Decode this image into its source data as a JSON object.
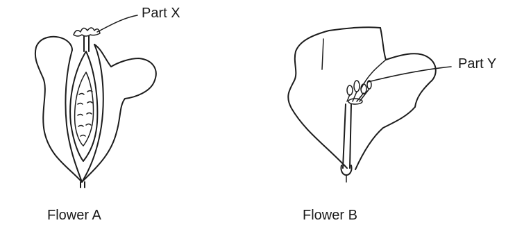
{
  "labels": {
    "part_x": "Part X",
    "part_y": "Part Y",
    "flower_a": "Flower A",
    "flower_b": "Flower B"
  },
  "colors": {
    "ink": "#1c1c1c",
    "background": "#ffffff"
  }
}
